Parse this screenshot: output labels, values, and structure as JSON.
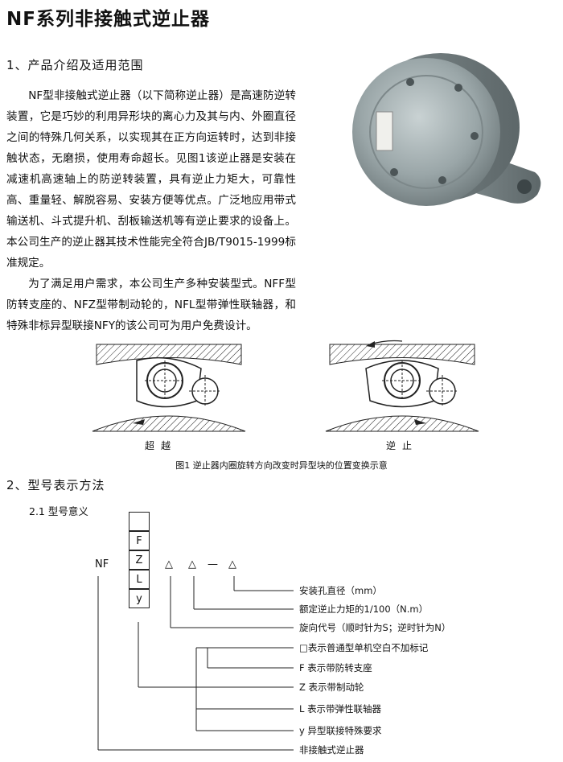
{
  "title": "NF系列非接触式逆止器",
  "section1": {
    "heading": "1、产品介绍及适用范围",
    "paragraph1": "NF型非接触式逆止器（以下简称逆止器）是高速防逆转装置，它是巧妙的利用异形块的离心力及其与内、外圈直径之间的特殊几何关系，以实现其在正方向运转时，达到非接触状态，无磨损，使用寿命超长。见图1该逆止器是安装在减速机高速轴上的防逆转装置，具有逆止力矩大，可靠性高、重量轻、解脱容易、安装方便等优点。广泛地应用带式输送机、斗式提升机、刮板输送机等有逆止要求的设备上。本公司生产的逆止器其技术性能完全符合JB/T9015-1999标准规定。",
    "paragraph2": "为了满足用户需求，本公司生产多种安装型式。NFF型防转支座的、NFZ型带制动轮的，NFL型带弹性联轴器，和特殊非标异型联接NFY的该公司可为用户免费设计。"
  },
  "figure1": {
    "label_left": "超越",
    "label_right": "逆止",
    "caption": "图1 逆止器内圈旋转方向改变时异型块的位置变换示意"
  },
  "section2": {
    "heading": "2、型号表示方法",
    "subheading": "2.1 型号意义",
    "prefix": "NF",
    "options": [
      "F",
      "Z",
      "L",
      "y"
    ],
    "placeholder": "△",
    "dash": "—",
    "legend": [
      "安装孔直径（mm）",
      "额定逆止力矩的1/100（N.m）",
      "旋向代号（顺时针为S；逆时针为N）",
      "□表示普通型单机空白不加标记",
      "F 表示带防转支座",
      "Z 表示带制动轮",
      "L 表示带弹性联轴器",
      "y 异型联接特殊要求",
      "非接触式逆止器"
    ]
  },
  "colors": {
    "device": "#9aa6a8",
    "device_dark": "#6c7779",
    "line": "#222222"
  }
}
